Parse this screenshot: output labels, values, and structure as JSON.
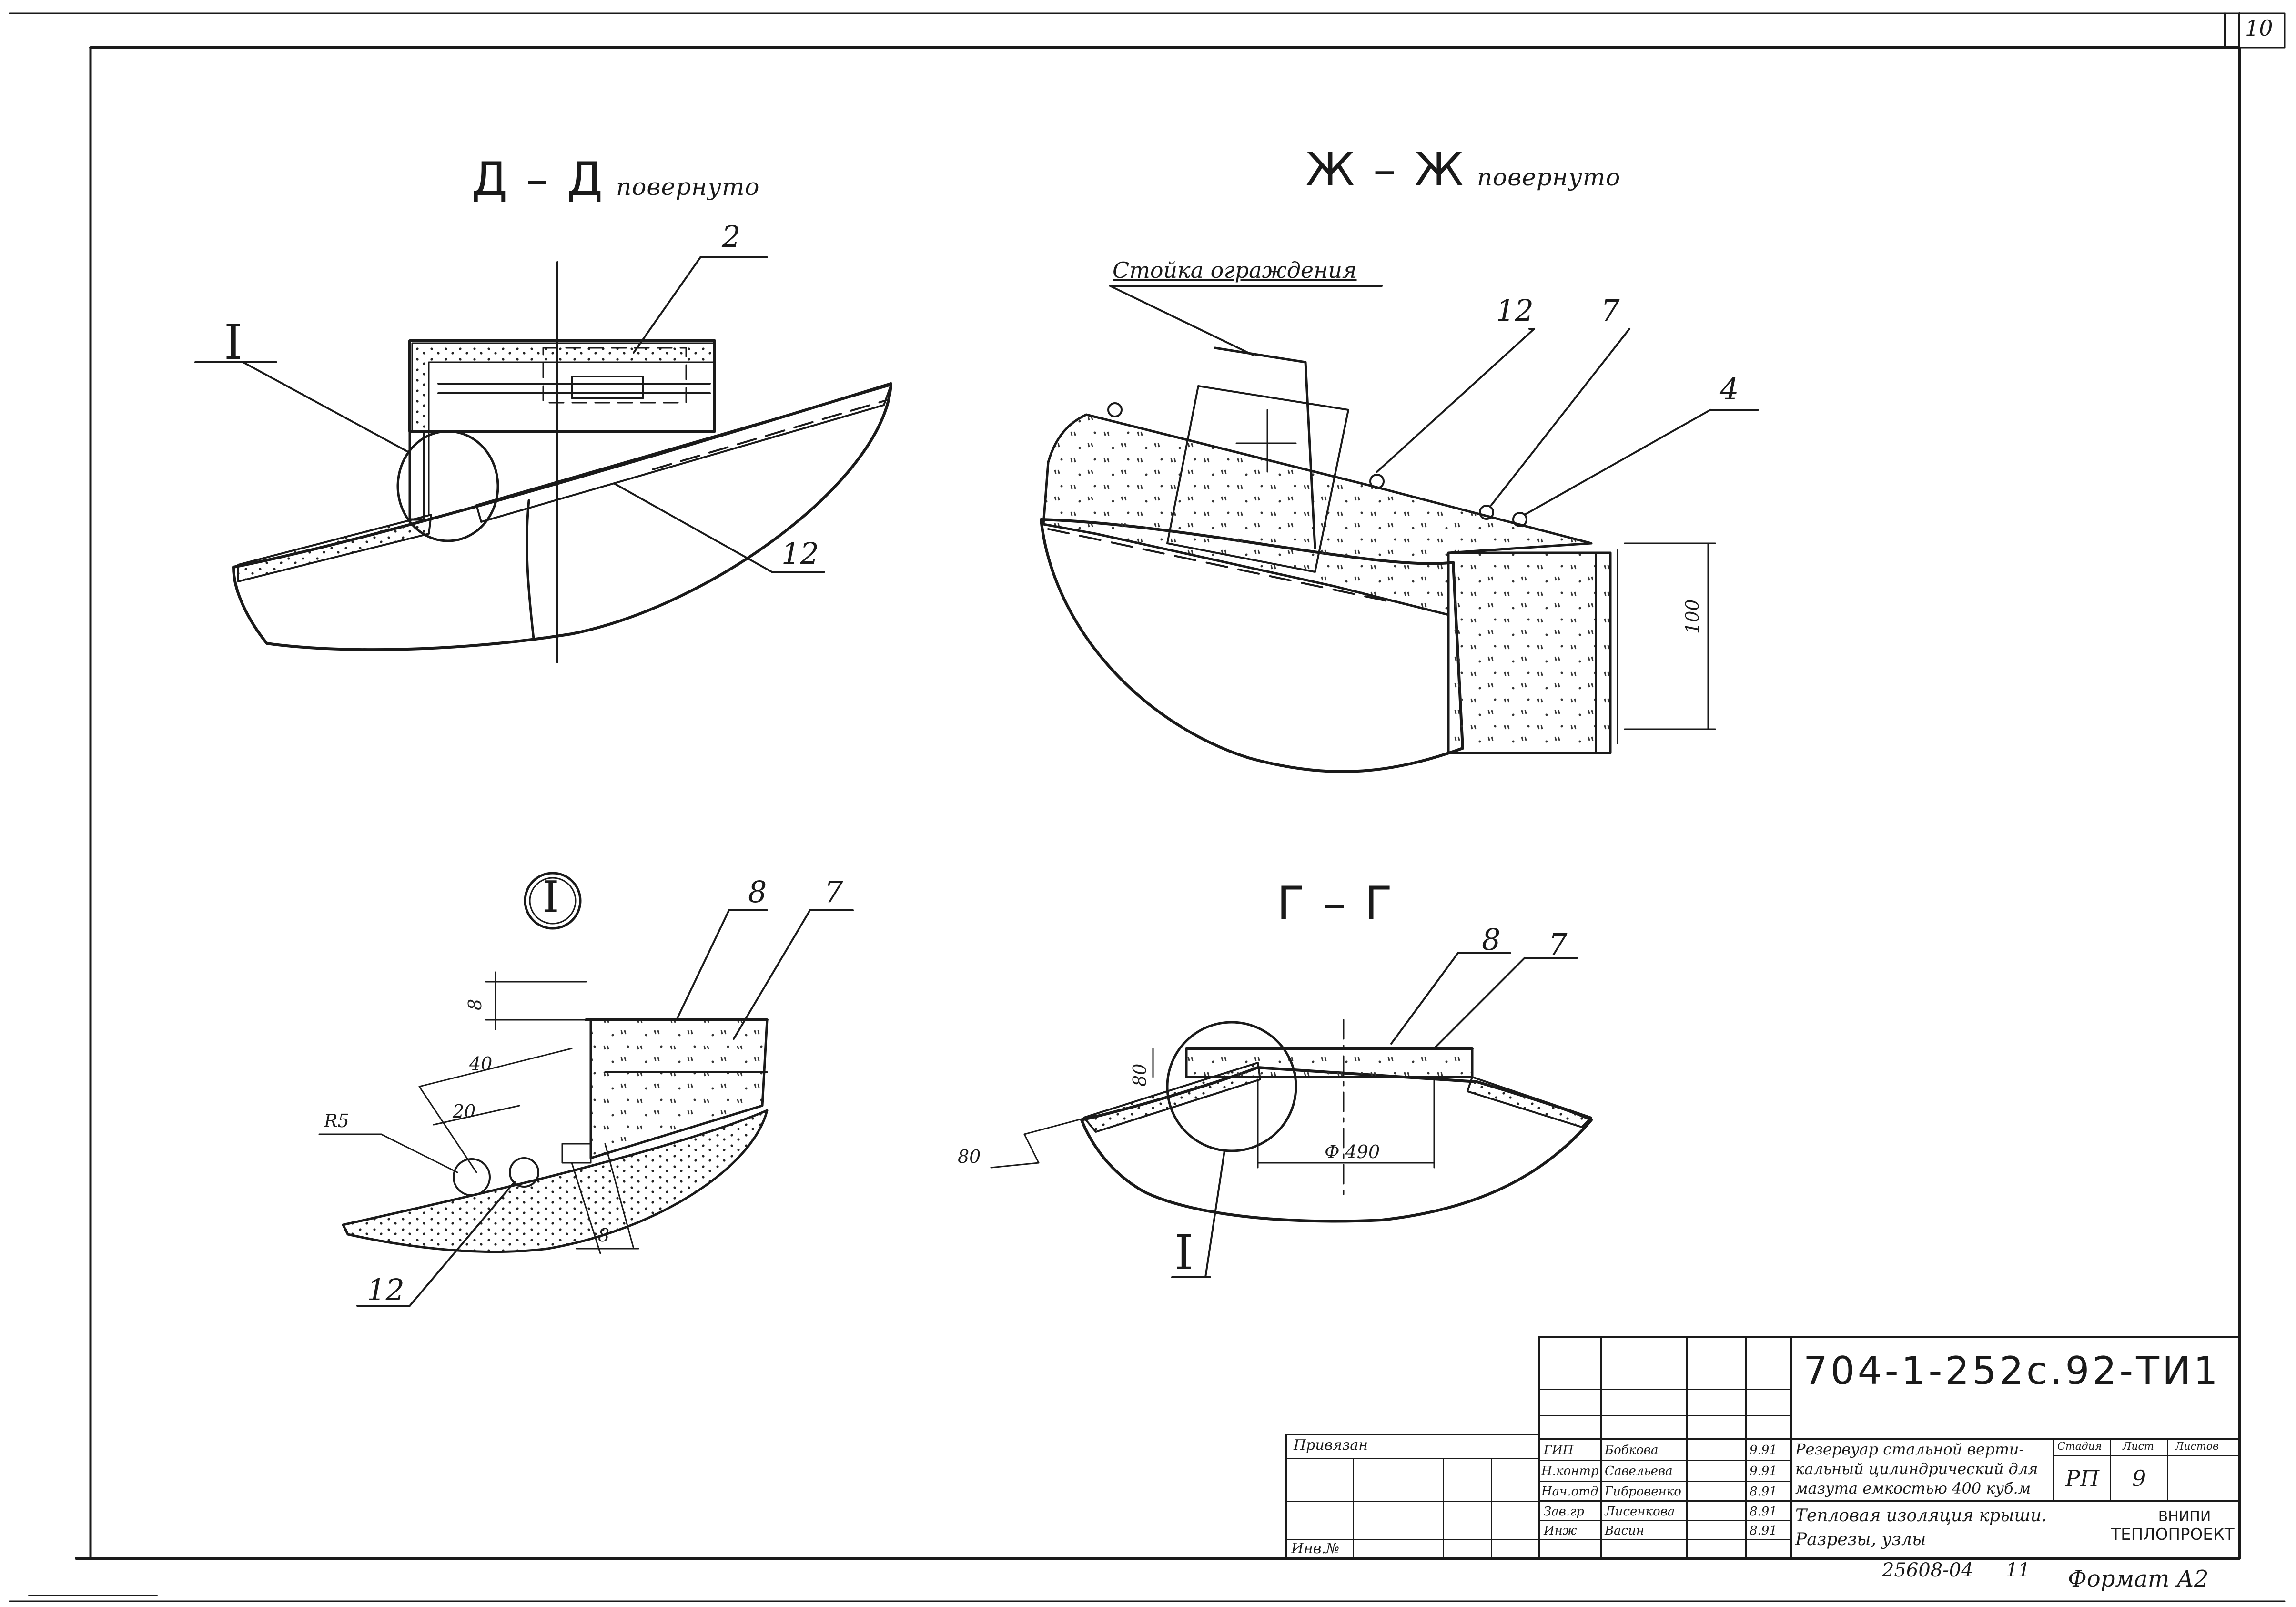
{
  "sheet_number": "10",
  "views": {
    "dd": {
      "title": "Д – Д",
      "note": "повернуто",
      "callouts": [
        "I",
        "2",
        "12"
      ]
    },
    "zhzh": {
      "title": "Ж – Ж",
      "note": "повернуто",
      "leader": "Стойка ограждения",
      "callouts": [
        "12",
        "7",
        "4"
      ],
      "dim": "100"
    },
    "detail": {
      "title": "I",
      "callouts": [
        "8",
        "7",
        "12"
      ],
      "dims": [
        "8",
        "40",
        "20",
        "R5",
        "8"
      ]
    },
    "gg": {
      "title": "Г – Г",
      "callouts": [
        "8",
        "7",
        "I"
      ],
      "dims": [
        "80",
        "80",
        "Ф 490"
      ]
    }
  },
  "title_block": {
    "code": "704-1-252с.92-ТИ1",
    "attached": "Привязан",
    "inv": "Инв.№",
    "roles": [
      "ГИП",
      "Н.контр",
      "Нач.отд",
      "Зав.гр",
      "Инж"
    ],
    "names": [
      "Бобкова",
      "Савельева",
      "Гибровенко",
      "Лисенкова",
      "Васин"
    ],
    "dates": [
      "9.91",
      "9.91",
      "8.91",
      "8.91",
      "8.91"
    ],
    "project_title": [
      "Резервуар стальной верти-",
      "кальный цилиндрический для",
      "мазута емкостью 400 куб.м"
    ],
    "sheet_title": [
      "Тепловая изоляция крыши.",
      "Разрезы, узлы"
    ],
    "stage_headers": [
      "Стадия",
      "Лист",
      "Листов"
    ],
    "stage": "РП",
    "sheet": "9",
    "organization": [
      "ВНИПИ",
      "ТЕПЛОПРОЕКТ"
    ]
  },
  "footer": {
    "doc_number": "25608-04",
    "copy": "11",
    "format": "Формат А2"
  }
}
